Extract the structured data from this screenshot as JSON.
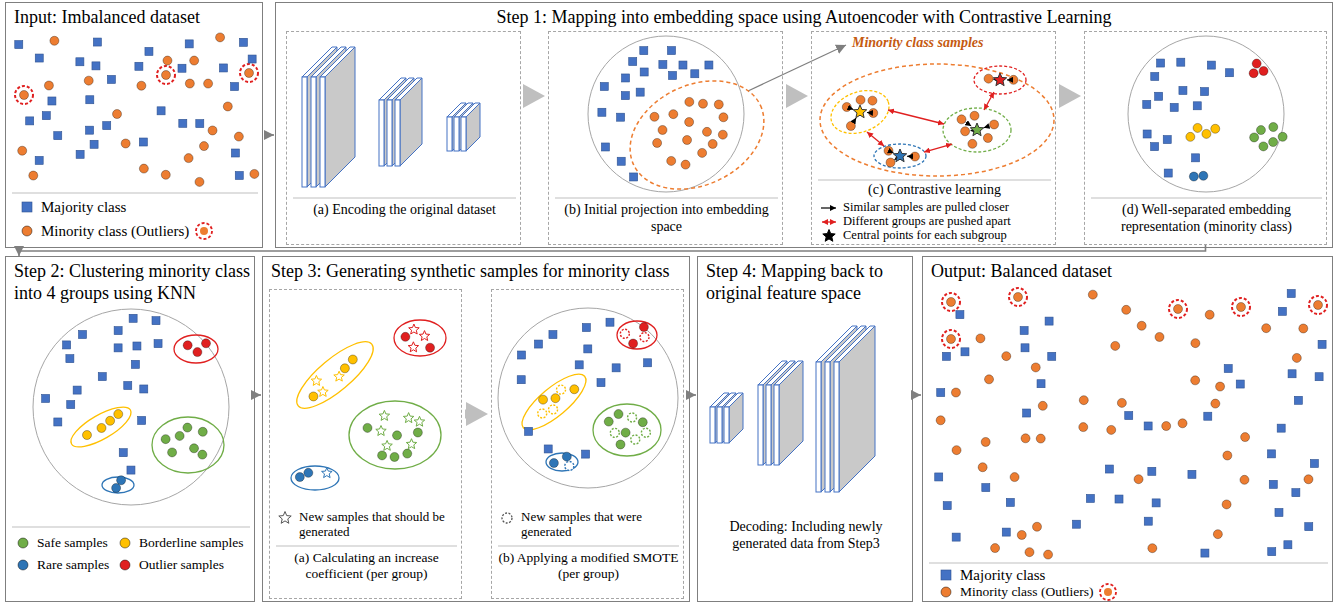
{
  "diagram": {
    "nodes": [
      {
        "text": [
          "Input: Imbalanced dataset"
        ]
      },
      {
        "text": [
          "Step 1: Mapping into embedding space using Autoencoder with Contrastive Learning"
        ]
      },
      {
        "text": [
          "(a) Encoding the original dataset"
        ],
        "in": 1
      },
      {
        "text": [
          "(b) Initial projection into embedding space"
        ],
        "in": 1
      },
      {
        "text": [
          "(c) Contrastive learning"
        ],
        "in": 1
      },
      {
        "text": [
          "(d) Well-separated embedding representation (minority class)"
        ],
        "in": 1
      },
      {
        "text": [
          "Step 2: Clustering minority class into 4 groups using KNN"
        ]
      },
      {
        "text": [
          "Step 3: Generating synthetic samples for minority class"
        ]
      },
      {
        "text": [
          "(a) Calculating an increase coefficient (per group)"
        ],
        "in": 7
      },
      {
        "text": [
          "(b) Applying a modified SMOTE (per group)"
        ],
        "in": 7
      },
      {
        "text": [
          "Step 4: Mapping back to original feature space",
          "Decoding: Including newly generated data from Step3"
        ]
      },
      {
        "text": [
          "Output: Balanced dataset"
        ]
      }
    ],
    "edges": [
      {
        "from": 0,
        "to": 1,
        "arrow": "to"
      },
      {
        "from": 2,
        "to": 3,
        "arrow": "to"
      },
      {
        "from": 3,
        "to": 4,
        "arrow": "to"
      },
      {
        "from": 4,
        "to": 5,
        "arrow": "to"
      },
      {
        "from": 5,
        "to": 6,
        "arrow": "to"
      },
      {
        "from": 6,
        "to": 7,
        "arrow": "to"
      },
      {
        "from": 8,
        "to": 9,
        "arrow": "to"
      },
      {
        "from": 7,
        "to": 10,
        "arrow": "to"
      },
      {
        "from": 10,
        "to": 11,
        "arrow": "to"
      }
    ],
    "labels": [
      "Minority class samples"
    ],
    "legend": [
      {
        "text": "Majority class",
        "color": "#4472c4"
      },
      {
        "text": "Minority class (Outliers)",
        "color": "#ed7d31"
      },
      {
        "text": "Similar samples are pulled closer"
      },
      {
        "text": "Different groups are pushed apart"
      },
      {
        "text": "Central points for each subgroup"
      },
      {
        "text": "Safe samples",
        "color": "#70ad47"
      },
      {
        "text": "Borderline samples",
        "color": "#ffc000"
      },
      {
        "text": "Rare samples",
        "color": "#2e75b6"
      },
      {
        "text": "Outlier samples",
        "color": "#e02020"
      },
      {
        "text": "New samples that should be generated"
      },
      {
        "text": "New samples that were generated"
      },
      {
        "text": "Majority class",
        "color": "#4472c4"
      },
      {
        "text": "Minority class (Outliers)",
        "color": "#ed7d31"
      }
    ]
  }
}
